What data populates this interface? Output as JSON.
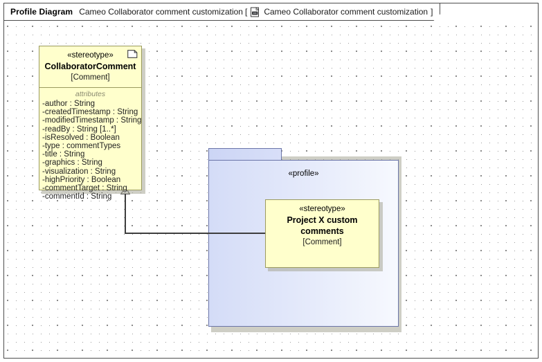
{
  "title_bar": {
    "kind": "Profile Diagram",
    "diagram_name": "Cameo Collaborator comment customization",
    "bracket_open": "[",
    "bracket_close": "]",
    "owner": "Cameo Collaborator comment customization",
    "icon": "profile-document-icon"
  },
  "colors": {
    "class_fill": "#ffffcc",
    "class_border": "#9a9a5e",
    "package_fill_start": "#d4dcf7",
    "package_fill_end": "#f7f9fe",
    "package_border": "#6a74a8",
    "connector": "#3d3d3d",
    "frame_border": "#4d4d4d",
    "grid_dot": "#9b9b9b"
  },
  "classes": [
    {
      "id": "collaborator-comment",
      "stereotype": "«stereotype»",
      "name": "CollaboratorComment",
      "metaclass": "[Comment]",
      "header_icon": "note-folded-corner-icon",
      "compartment_title": "attributes",
      "attributes": [
        "-author : String",
        "-createdTimestamp : String",
        "-modifiedTimestamp : String",
        "-readBy : String [1..*]",
        "-isResolved : Boolean",
        "-type : commentTypes",
        "-title : String",
        "-graphics : String",
        "-visualization : String",
        "-highPriority : Boolean",
        "-commentTarget : String",
        "-commentId : String"
      ]
    },
    {
      "id": "project-x-custom-comments",
      "stereotype": "«stereotype»",
      "name": "Project X custom comments",
      "metaclass": "[Comment]"
    }
  ],
  "package": {
    "id": "profile-package",
    "stereotype": "«profile»"
  },
  "connector": {
    "kind": "generalization",
    "source": "project-x-custom-comments",
    "target": "collaborator-comment",
    "arrow": "hollow-triangle"
  }
}
